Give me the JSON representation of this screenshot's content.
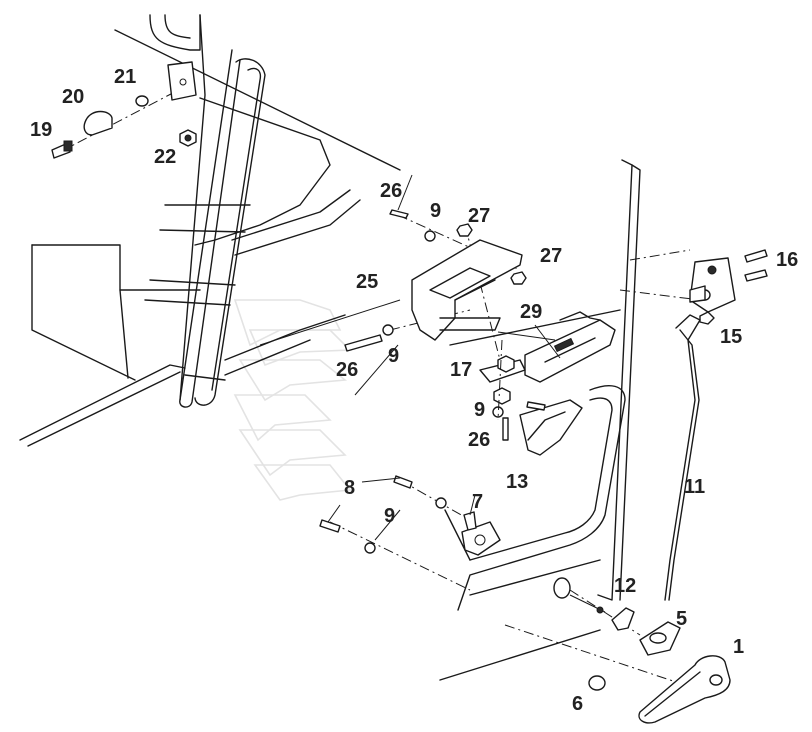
{
  "callouts": [
    {
      "id": "c1",
      "text": "1"
    },
    {
      "id": "c5",
      "text": "5"
    },
    {
      "id": "c6",
      "text": "6"
    },
    {
      "id": "c7",
      "text": "7"
    },
    {
      "id": "c8",
      "text": "8"
    },
    {
      "id": "c9a",
      "text": "9"
    },
    {
      "id": "c9b",
      "text": "9"
    },
    {
      "id": "c9c",
      "text": "9"
    },
    {
      "id": "c9d",
      "text": "9"
    },
    {
      "id": "c11",
      "text": "11"
    },
    {
      "id": "c12",
      "text": "12"
    },
    {
      "id": "c13",
      "text": "13"
    },
    {
      "id": "c15",
      "text": "15"
    },
    {
      "id": "c16",
      "text": "16"
    },
    {
      "id": "c17",
      "text": "17"
    },
    {
      "id": "c19",
      "text": "19"
    },
    {
      "id": "c20",
      "text": "20"
    },
    {
      "id": "c21",
      "text": "21"
    },
    {
      "id": "c22",
      "text": "22"
    },
    {
      "id": "c25",
      "text": "25"
    },
    {
      "id": "c26a",
      "text": "26"
    },
    {
      "id": "c26b",
      "text": "26"
    },
    {
      "id": "c26c",
      "text": "26"
    },
    {
      "id": "c27a",
      "text": "27"
    },
    {
      "id": "c27b",
      "text": "27"
    },
    {
      "id": "c29",
      "text": "29"
    }
  ],
  "colors": {
    "ink": "#1a1a1a",
    "label": "#222222",
    "watermark": "#e3e3e3",
    "background": "#ffffff"
  }
}
